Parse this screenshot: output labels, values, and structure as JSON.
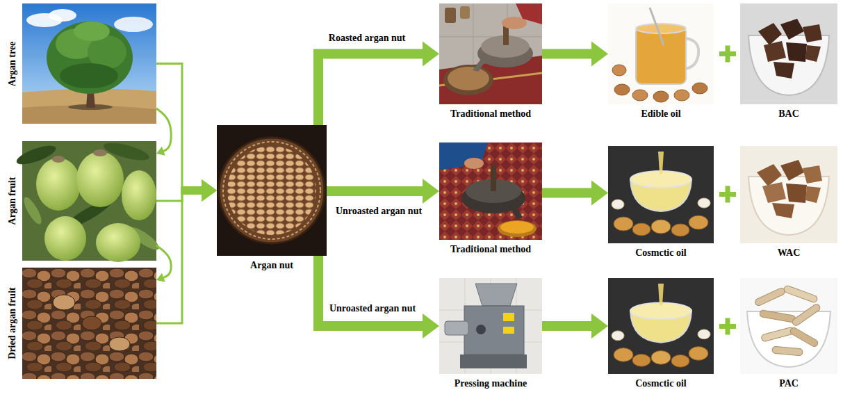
{
  "diagram": {
    "nodes": [
      {
        "text": [
          "Argan tree"
        ]
      },
      {
        "text": [
          "Argan fruit"
        ]
      },
      {
        "text": [
          "Dried argan fruit"
        ]
      },
      {
        "text": [
          "Argan nut"
        ]
      },
      {
        "text": [
          "Traditional method"
        ]
      },
      {
        "text": [
          "Edible oil"
        ]
      },
      {
        "text": [
          "BAC"
        ]
      },
      {
        "text": [
          "Traditional method"
        ]
      },
      {
        "text": [
          "Cosmctic oil"
        ]
      },
      {
        "text": [
          "WAC"
        ]
      },
      {
        "text": [
          "Pressing machine"
        ]
      },
      {
        "text": [
          "Cosmctic oil"
        ]
      },
      {
        "text": [
          "PAC"
        ]
      }
    ],
    "edges": [
      {
        "from": 0,
        "to": 1,
        "arrow": "to"
      },
      {
        "from": 1,
        "to": 2,
        "arrow": "to"
      },
      {
        "from": 0,
        "to": 3,
        "arrow": "to"
      },
      {
        "from": 1,
        "to": 3,
        "arrow": "to"
      },
      {
        "from": 2,
        "to": 3,
        "arrow": "to"
      },
      {
        "from": 3,
        "to": 4,
        "label": "Roasted argan nut",
        "arrow": "to"
      },
      {
        "from": 3,
        "to": 7,
        "label": "Unroasted argan nut",
        "arrow": "to"
      },
      {
        "from": 3,
        "to": 10,
        "label": "Unroasted argan nut",
        "arrow": "to"
      },
      {
        "from": 4,
        "to": 5,
        "arrow": "to"
      },
      {
        "from": 7,
        "to": 8,
        "arrow": "to"
      },
      {
        "from": 10,
        "to": 11,
        "arrow": "to"
      }
    ]
  }
}
